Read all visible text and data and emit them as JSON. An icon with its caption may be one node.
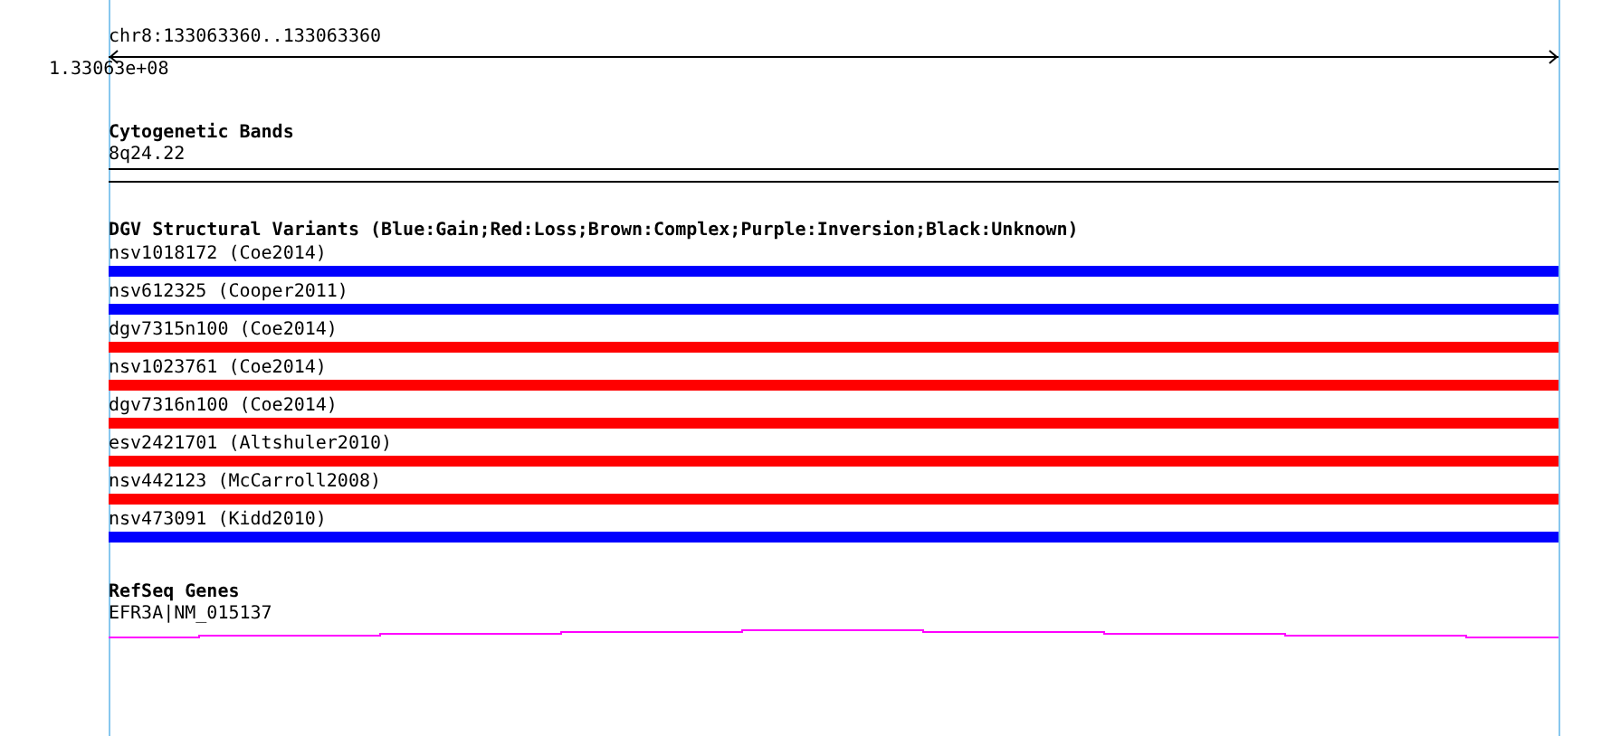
{
  "diagram": {
    "nodes": [
      {
        "text": [
          "8q24.22"
        ]
      },
      {
        "text": [
          "nsv1018172 (Coe2014)"
        ]
      },
      {
        "text": [
          "nsv612325 (Cooper2011)"
        ]
      },
      {
        "text": [
          "dgv7315n100 (Coe2014)"
        ]
      },
      {
        "text": [
          "nsv1023761 (Coe2014)"
        ]
      },
      {
        "text": [
          "dgv7316n100 (Coe2014)"
        ]
      },
      {
        "text": [
          "esv2421701 (Altshuler2010)"
        ]
      },
      {
        "text": [
          "nsv442123 (McCarroll2008)"
        ]
      },
      {
        "text": [
          "nsv473091 (Kidd2010)"
        ]
      },
      {
        "text": [
          "EFR3A|NM_015137"
        ]
      }
    ],
    "edges": [],
    "labels": [
      "chr8:133063360..133063360",
      "1.33063e+08",
      "Cytogenetic Bands",
      "DGV Structural Variants (Blue:Gain;Red:Loss;Brown:Complex;Purple:Inversion;Black:Unknown)",
      "RefSeq Genes"
    ]
  }
}
